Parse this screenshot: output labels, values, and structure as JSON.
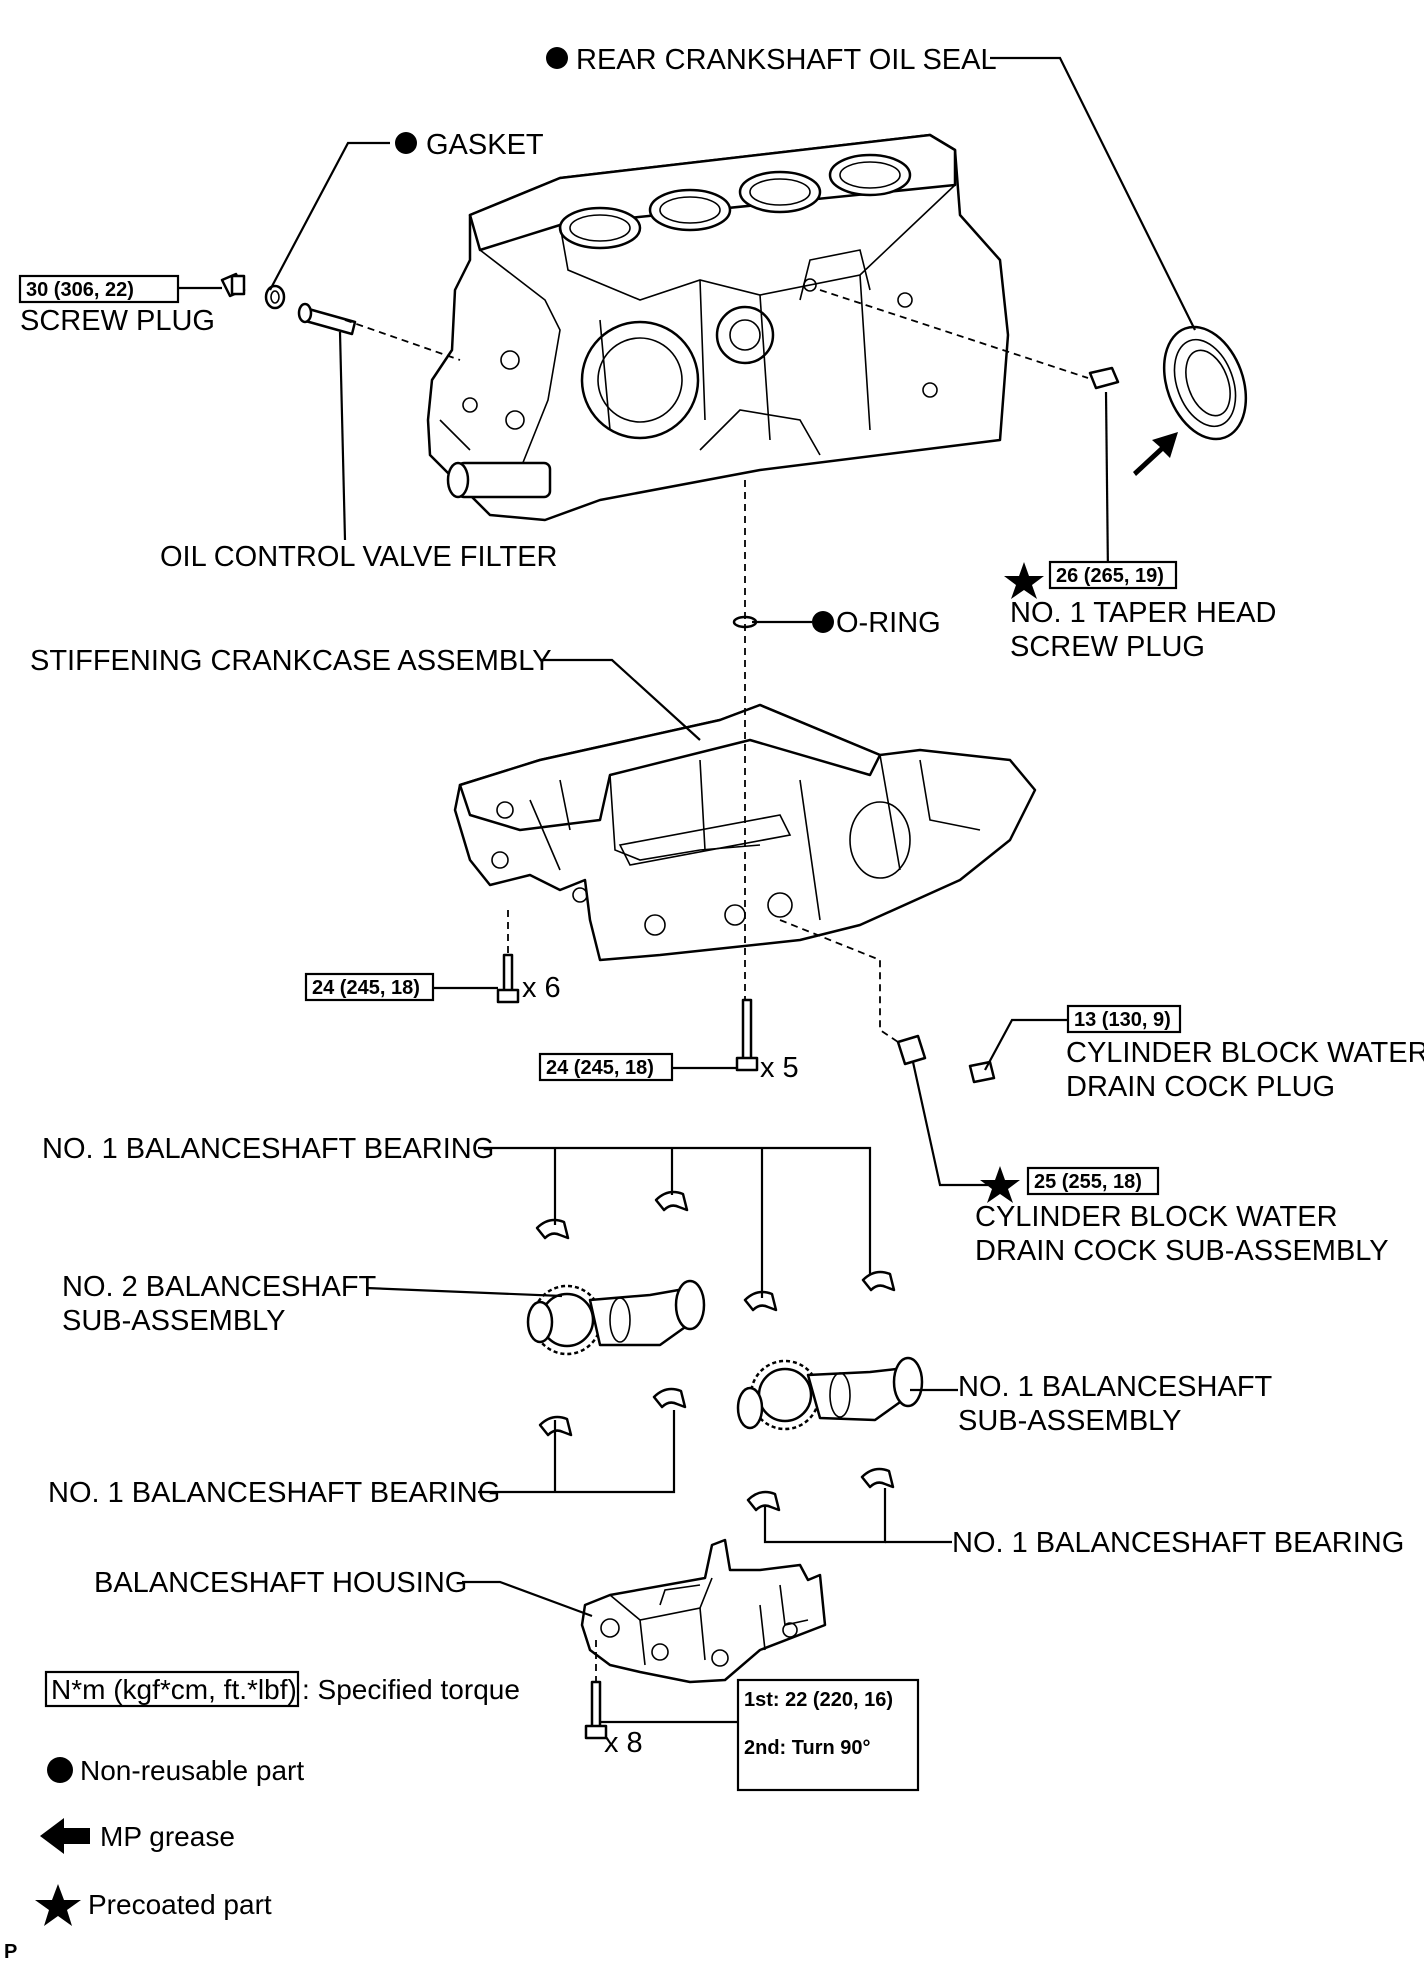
{
  "labels": {
    "rear_oil_seal": "REAR CRANKSHAFT OIL SEAL",
    "gasket": "GASKET",
    "screw_plug": "SCREW PLUG",
    "oil_control_valve_filter": "OIL CONTROL VALVE FILTER",
    "o_ring": "O-RING",
    "taper_plug_1": "NO. 1 TAPER HEAD",
    "taper_plug_2": "SCREW PLUG",
    "stiffening_crankcase": "STIFFENING CRANKCASE ASSEMBLY",
    "drain_plug_1": "CYLINDER BLOCK WATER",
    "drain_plug_2": "DRAIN COCK PLUG",
    "drain_sub_1": "CYLINDER BLOCK WATER",
    "drain_sub_2": "DRAIN COCK SUB-ASSEMBLY",
    "bearing_top": "NO. 1 BALANCESHAFT BEARING",
    "bal2_1": "NO. 2 BALANCESHAFT",
    "bal2_2": "SUB-ASSEMBLY",
    "bal1_1": "NO. 1 BALANCESHAFT",
    "bal1_2": "SUB-ASSEMBLY",
    "bearing_left": "NO. 1 BALANCESHAFT BEARING",
    "bearing_right": "NO. 1 BALANCESHAFT BEARING",
    "housing": "BALANCESHAFT HOUSING"
  },
  "torques": {
    "screw_plug": "30 (306, 22)",
    "taper_plug": "26 (265, 19)",
    "bolt_x6": "24 (245, 18)",
    "bolt_x5": "24 (245, 18)",
    "drain_plug": "13 (130, 9)",
    "drain_sub": "25 (255, 18)",
    "housing_1st": "1st: 22 (220, 16)",
    "housing_2nd": "2nd: Turn 90°"
  },
  "qty": {
    "x6": "x 6",
    "x5": "x 5",
    "x8": "x 8"
  },
  "legend": {
    "torque_box": "N*m (kgf*cm, ft.*lbf)",
    "torque_text": ": Specified torque",
    "non_reusable": "Non-reusable part",
    "grease": "MP grease",
    "precoated": "Precoated part"
  },
  "footer_code": "P"
}
